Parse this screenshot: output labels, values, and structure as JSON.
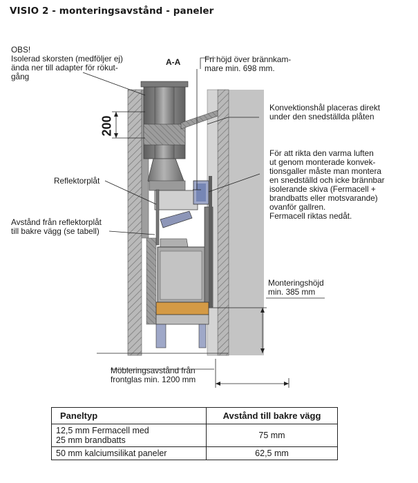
{
  "title": "VISIO 2 - monteringsavstånd - paneler",
  "section_label": "A-A",
  "dimension_200": "200",
  "notes": {
    "obs": "OBS!\nIsolerad skorsten (medföljer ej)\nända ner till adapter för rökut-\ngång",
    "fri_hojd": "Fri höjd över brännkam-\nmare min. 698 mm.",
    "konvektionshal": "Konvektionshål placeras direkt\nunder den snedställda plåten",
    "rikta_luften": "För att rikta den varma luften\nut genom monterade konvek-\ntionsgaller måste man montera\nen snedställd och icke brännbar\nisolerande skiva (Fermacell +\nbrandbatts eller motsvarande)\novanför gallren.\nFermacell riktas nedåt.",
    "reflektorplat": "Reflektorplåt",
    "avstand_reflektor": "Avstånd från reflektorplåt\ntill bakre vägg (se tabell)",
    "monteringshojd": "Monteringshöjd\nmin. 385 mm",
    "moblering": "Möbleringsavstånd från\nfrontglas min. 1200 mm"
  },
  "table": {
    "headers": [
      "Paneltyp",
      "Avstånd till bakre vägg"
    ],
    "rows": [
      [
        "12,5 mm Fermacell med\n25 mm brandbatts",
        "75 mm"
      ],
      [
        "50 mm kalciumsilikat paneler",
        "62,5 mm"
      ]
    ]
  },
  "colors": {
    "wall": "#b5b5b5",
    "hatch": "#8a8a8a",
    "steel": "#8f8f8f",
    "firebox": "#a7a7a7",
    "grate": "#d49a45",
    "accent_blue": "#5b6fa8"
  }
}
